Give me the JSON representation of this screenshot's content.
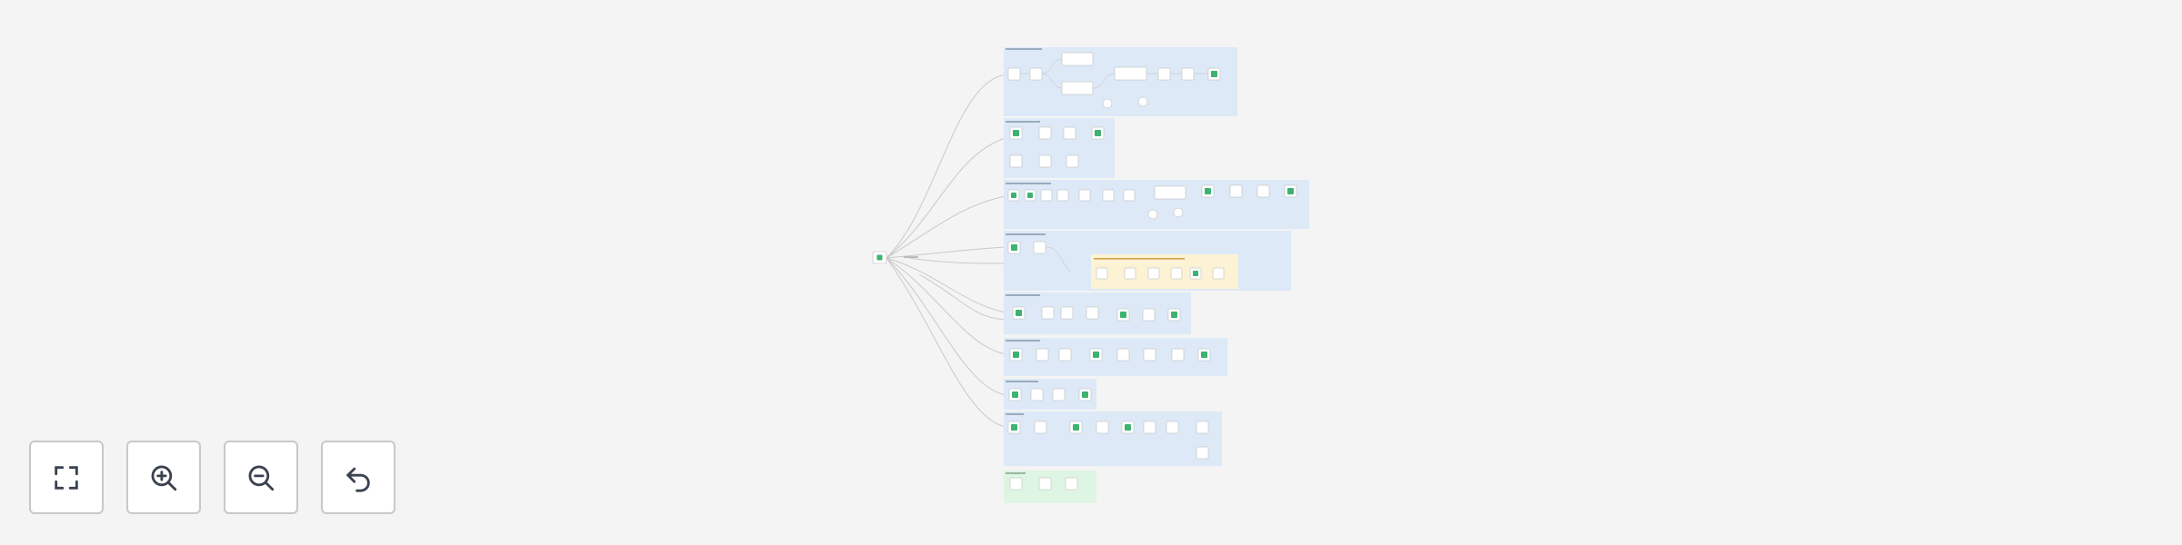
{
  "canvas": {
    "root_label": "",
    "groups": [
      {
        "label": "",
        "color": "#dde9f7",
        "nodes": 8
      },
      {
        "label": "",
        "color": "#dde9f7",
        "nodes": 7
      },
      {
        "label": "",
        "color": "#dde9f7",
        "nodes": 13
      },
      {
        "label": "",
        "color": "#dde9f7",
        "nodes": 2
      },
      {
        "label": "",
        "color": "#dde9f7",
        "nodes": 7
      },
      {
        "label": "",
        "color": "#dde9f7",
        "nodes": 8
      },
      {
        "label": "",
        "color": "#dde9f7",
        "nodes": 4
      },
      {
        "label": "",
        "color": "#dde9f7",
        "nodes": 9
      },
      {
        "label": "",
        "color": "#dff5e3",
        "nodes": 3
      }
    ],
    "note": {
      "text": "",
      "color": "#fcf2d4"
    },
    "accent": "#3cb371"
  },
  "toolbar": [
    {
      "name": "fit-view-button",
      "icon": "fullscreen-icon"
    },
    {
      "name": "zoom-in-button",
      "icon": "zoom-in-icon"
    },
    {
      "name": "zoom-out-button",
      "icon": "zoom-out-icon"
    },
    {
      "name": "undo-button",
      "icon": "undo-icon"
    }
  ]
}
